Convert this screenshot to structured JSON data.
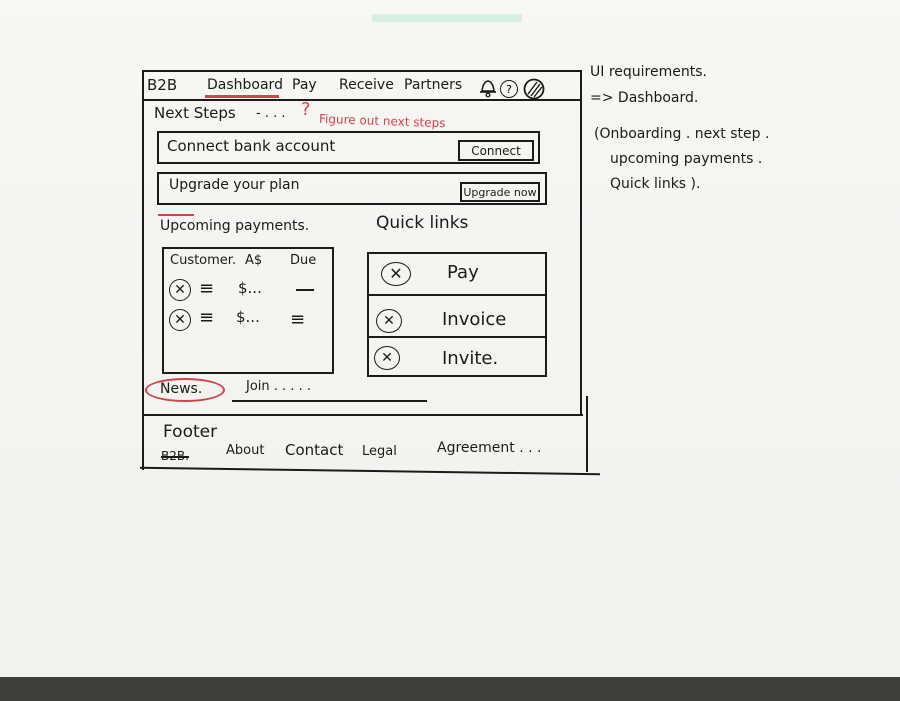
{
  "nav": {
    "brand": "B2B",
    "items": [
      {
        "label": "Dashboard"
      },
      {
        "label": "Pay"
      },
      {
        "label": "Receive"
      },
      {
        "label": "Partners"
      }
    ],
    "icons": [
      "bell-icon",
      "help-icon",
      "avatar-icon"
    ]
  },
  "next_steps": {
    "title": "Next Steps",
    "dots": "- . . .",
    "question": "?",
    "annotation": "Figure out next steps",
    "items": [
      {
        "label": "Connect bank account",
        "button": "Connect"
      },
      {
        "label": "Upgrade your plan",
        "button": "Upgrade now"
      }
    ]
  },
  "upcoming": {
    "title": "Upcoming payments.",
    "headers": [
      "Customer.",
      "A$",
      "Due"
    ],
    "rows": [
      {
        "amount": "$..."
      },
      {
        "amount": "$..."
      }
    ]
  },
  "quick_links": {
    "title": "Quick links",
    "items": [
      {
        "label": "Pay"
      },
      {
        "label": "Invoice"
      },
      {
        "label": "Invite."
      }
    ]
  },
  "news": {
    "label": "News.",
    "join": "Join . . . . ."
  },
  "footer": {
    "title": "Footer",
    "brand": "B2B.",
    "links": [
      "About",
      "Contact",
      "Legal",
      "Agreement . . ."
    ]
  },
  "notes": {
    "line1": "UI requirements.",
    "line2": "=> Dashboard.",
    "line3": "(Onboarding . next step .",
    "line4": "upcoming payments .",
    "line5": "Quick links )."
  },
  "colors": {
    "ink": "#1b1b1b",
    "red_ink": "#d4424c",
    "paper": "#f3f3f0"
  }
}
